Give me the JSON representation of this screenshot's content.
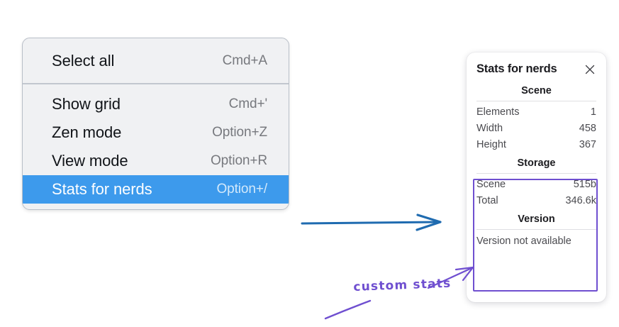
{
  "context_menu": {
    "groups": [
      {
        "items": [
          {
            "label": "Select all",
            "shortcut": "Cmd+A",
            "selected": false
          }
        ]
      },
      {
        "items": [
          {
            "label": "Show grid",
            "shortcut": "Cmd+'",
            "selected": false
          },
          {
            "label": "Zen mode",
            "shortcut": "Option+Z",
            "selected": false
          },
          {
            "label": "View mode",
            "shortcut": "Option+R",
            "selected": false
          },
          {
            "label": "Stats for nerds",
            "shortcut": "Option+/",
            "selected": true
          }
        ]
      }
    ],
    "highlight_color": "#3d9aec"
  },
  "stats_panel": {
    "title": "Stats for nerds",
    "close_icon": "close-icon",
    "sections": [
      {
        "heading": "Scene",
        "rows": [
          {
            "key": "Elements",
            "value": "1"
          },
          {
            "key": "Width",
            "value": "458"
          },
          {
            "key": "Height",
            "value": "367"
          }
        ]
      },
      {
        "heading": "Storage",
        "rows": [
          {
            "key": "Scene",
            "value": "515b"
          },
          {
            "key": "Total",
            "value": "346.6k"
          }
        ]
      },
      {
        "heading": "Version",
        "note": "Version not available",
        "rows": []
      }
    ]
  },
  "annotations": {
    "custom_stats_label": "custom stats",
    "purple_color": "#6f4fd0",
    "blue_arrow_color": "#1f6bb0"
  }
}
